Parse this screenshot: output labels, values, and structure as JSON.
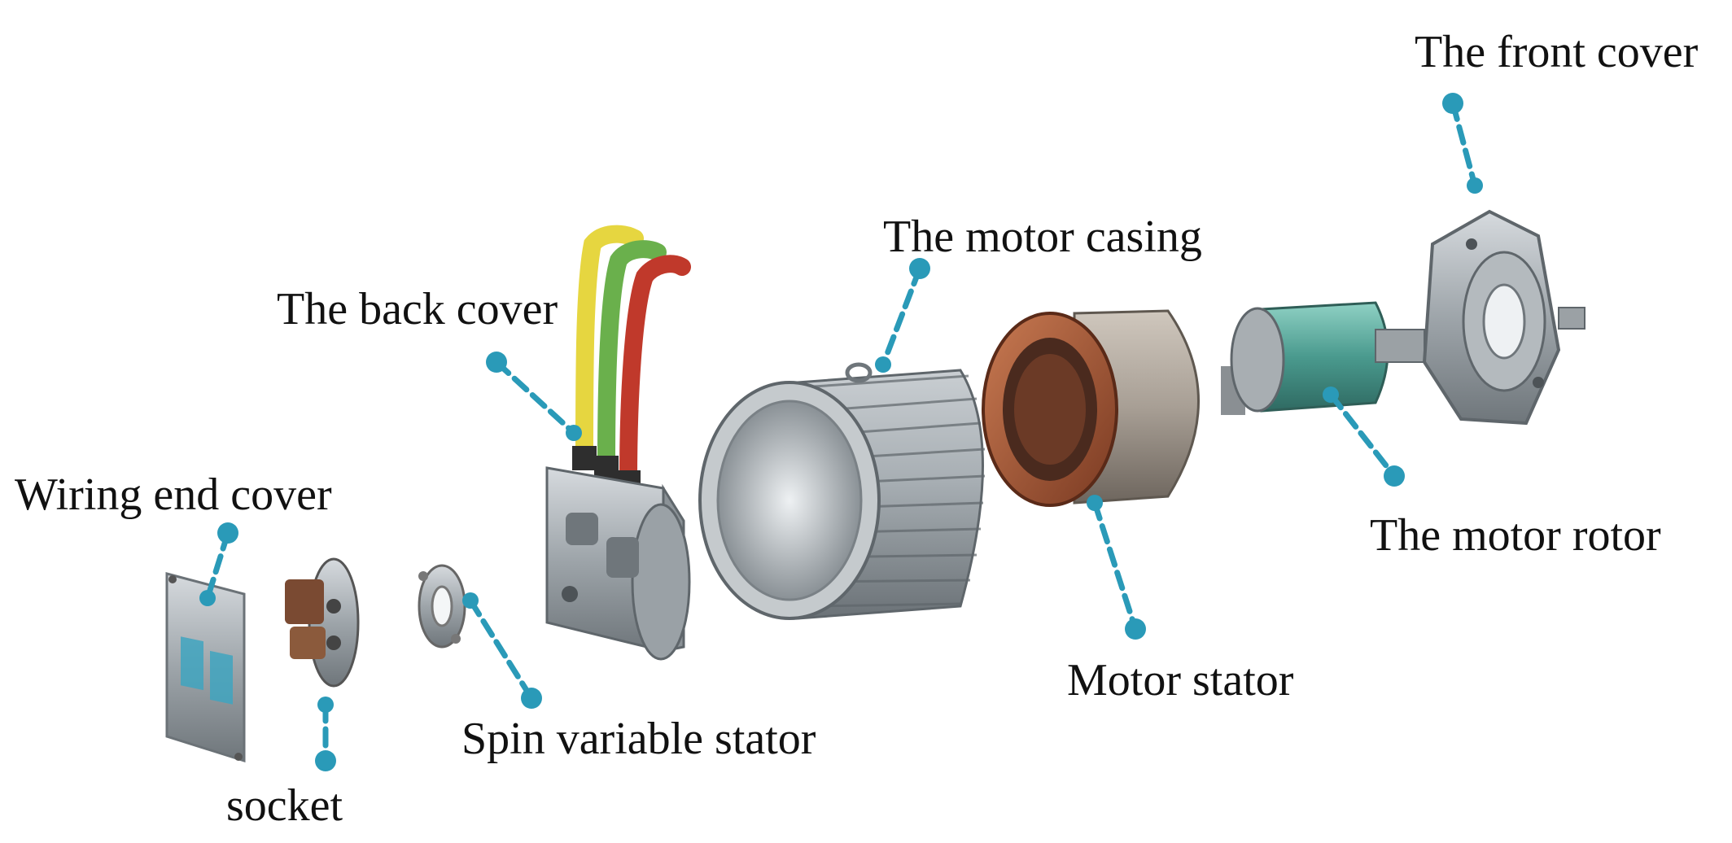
{
  "labels": {
    "front_cover": "The front cover",
    "motor_casing": "The motor casing",
    "back_cover": "The back cover",
    "wiring_end_cover": "Wiring end cover",
    "motor_rotor": "The motor rotor",
    "motor_stator": "Motor stator",
    "spin_variable_stator": "Spin variable stator",
    "socket": "socket"
  },
  "colors": {
    "leader": "#2a9ab8",
    "casing": "#9aa3a8",
    "stator_copper": "#a55a3a",
    "rotor": "#4a9a8e",
    "wire_yellow": "#e6d640",
    "wire_green": "#6ab04c",
    "wire_red": "#c0392b"
  }
}
